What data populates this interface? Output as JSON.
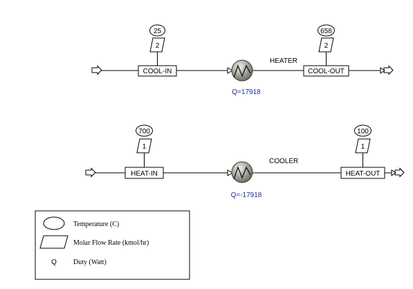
{
  "colors": {
    "line": "#000000",
    "duty_text": "#1f2d9a",
    "exchanger_fill_light": "#f1f1ec",
    "exchanger_fill_dark": "#6d6d62"
  },
  "top": {
    "block_name": "HEATER",
    "duty": "Q=17918",
    "inlet": {
      "name": "COOL-IN",
      "temperature": "25",
      "flow": "2"
    },
    "outlet": {
      "name": "COOL-OUT",
      "temperature": "658",
      "flow": "2"
    }
  },
  "bottom": {
    "block_name": "COOLER",
    "duty": "Q=-17918",
    "inlet": {
      "name": "HEAT-IN",
      "temperature": "700",
      "flow": "1"
    },
    "outlet": {
      "name": "HEAT-OUT",
      "temperature": "100",
      "flow": "1"
    }
  },
  "legend": {
    "temperature": "Temperature (C)",
    "molar_flow": "Molar Flow Rate (kmol/hr)",
    "duty_symbol": "Q",
    "duty": "Duty (Watt)"
  }
}
